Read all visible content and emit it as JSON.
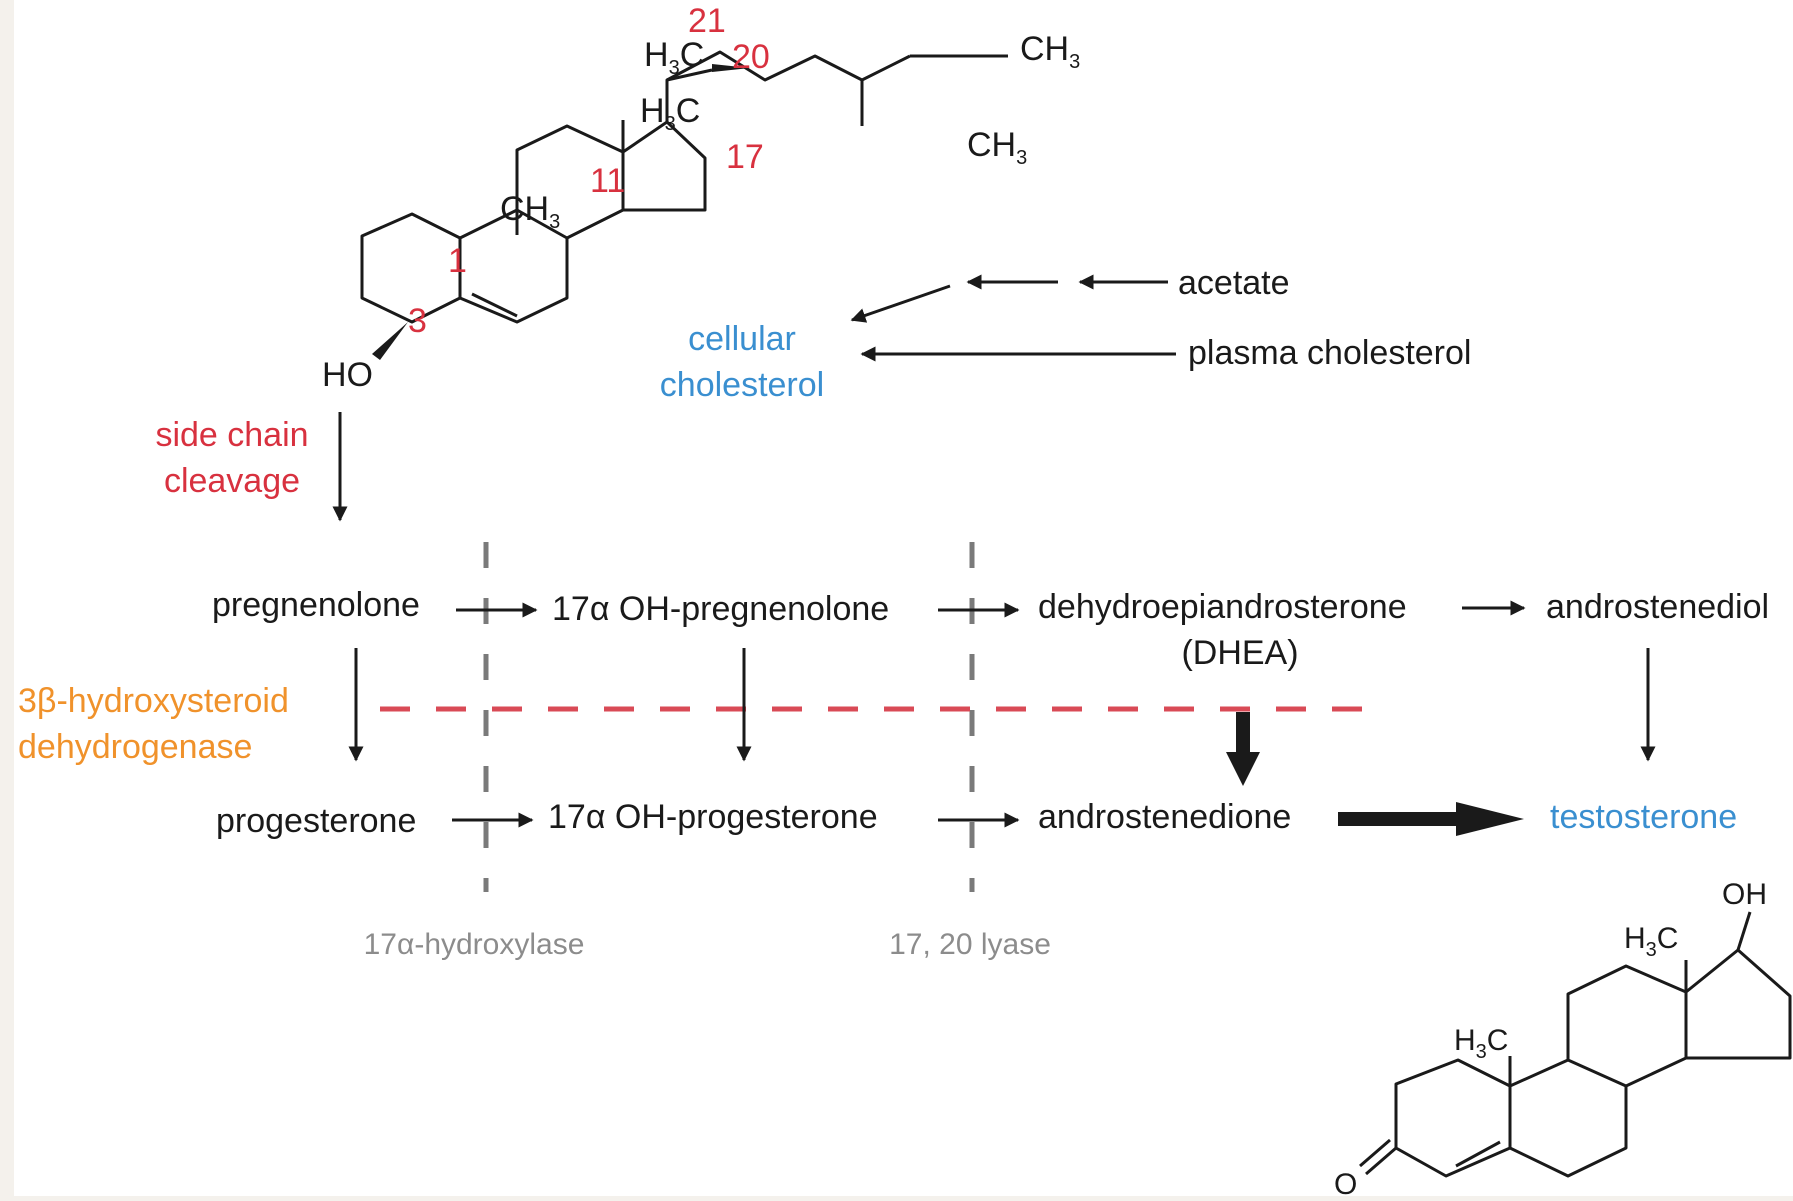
{
  "colors": {
    "background": "#f4f1ec",
    "panel": "#ffffff",
    "text": "#1a1a1a",
    "red_label": "#d8313f",
    "blue_label": "#3a8fd0",
    "orange_label": "#f0922b",
    "gray_label": "#8c8c8c",
    "dashed_red": "#d94a56",
    "dashed_gray": "#7a7a7a"
  },
  "cholesterol_structure": {
    "ring_numbers": {
      "n1": "1",
      "n3": "3",
      "n11": "11",
      "n17": "17",
      "n20": "20",
      "n21": "21"
    },
    "groups": {
      "ho": "HO",
      "ch3": "CH",
      "h3c": "H",
      "c": "C",
      "sub3": "3"
    }
  },
  "sources": {
    "acetate": "acetate",
    "plasma_cholesterol": "plasma cholesterol",
    "cellular_line1": "cellular",
    "cellular_line2": "cholesterol"
  },
  "enzymes": {
    "side_chain_line1": "side chain",
    "side_chain_line2": "cleavage",
    "hsd_line1": "3β-hydroxysteroid",
    "hsd_line2": "dehydrogenase",
    "hydroxylase": "17α-hydroxylase",
    "lyase": "17, 20 lyase"
  },
  "compounds": {
    "pregnenolone": "pregnenolone",
    "oh_pregnenolone": "17α OH-pregnenolone",
    "dhea": "dehydroepiandrosterone",
    "dhea_abbrev": "(DHEA)",
    "androstenediol": "androstenediol",
    "progesterone": "progesterone",
    "oh_progesterone": "17α OH-progesterone",
    "androstenedione": "androstenedione",
    "testosterone": "testosterone"
  },
  "testosterone_structure": {
    "groups": {
      "oh": "OH",
      "h3c_top": "H",
      "h3c_mid": "H",
      "c": "C",
      "sub3": "3",
      "o": "O"
    }
  }
}
